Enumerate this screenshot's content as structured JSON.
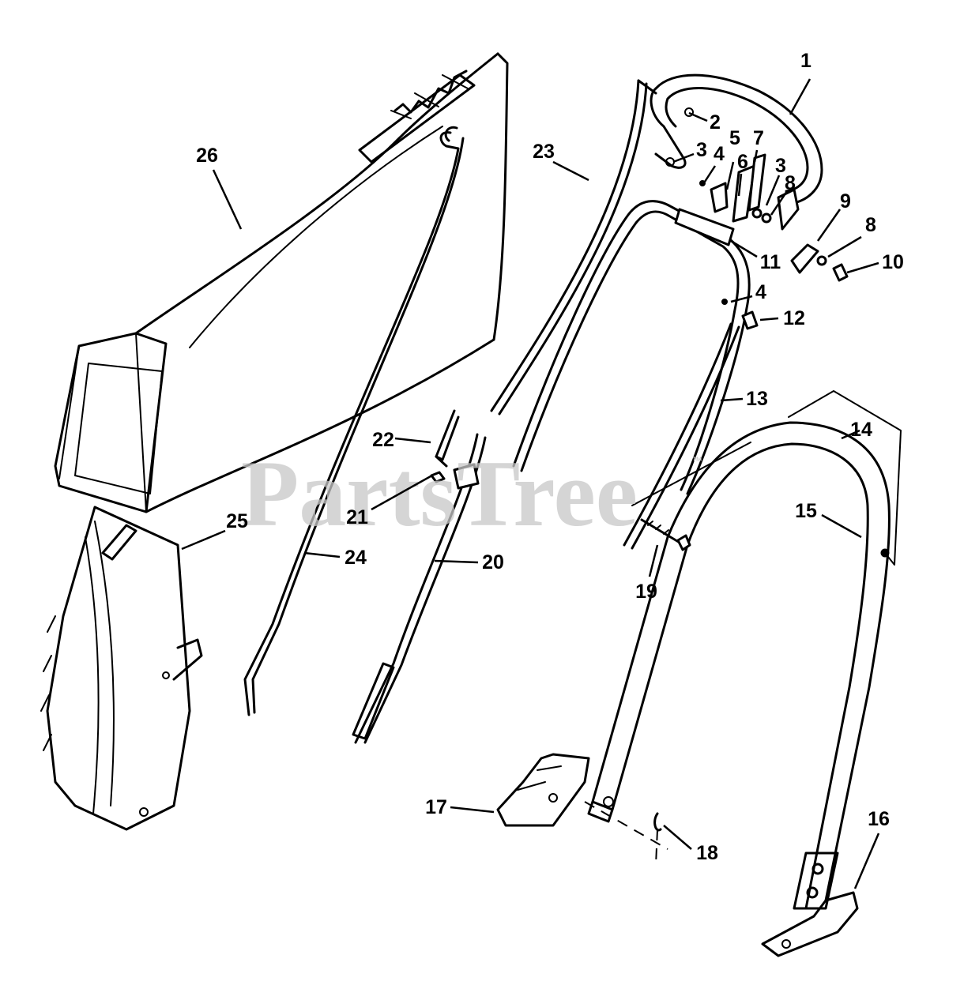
{
  "watermark": {
    "text": "PartsTree",
    "trademark": "™"
  },
  "callouts": [
    {
      "id": "c1",
      "label": "1"
    },
    {
      "id": "c2",
      "label": "2"
    },
    {
      "id": "c3a",
      "label": "3"
    },
    {
      "id": "c4a",
      "label": "4"
    },
    {
      "id": "c5",
      "label": "5"
    },
    {
      "id": "c6",
      "label": "6"
    },
    {
      "id": "c7",
      "label": "7"
    },
    {
      "id": "c3b",
      "label": "3"
    },
    {
      "id": "c8a",
      "label": "8"
    },
    {
      "id": "c9",
      "label": "9"
    },
    {
      "id": "c8b",
      "label": "8"
    },
    {
      "id": "c10",
      "label": "10"
    },
    {
      "id": "c11",
      "label": "11"
    },
    {
      "id": "c4b",
      "label": "4"
    },
    {
      "id": "c12",
      "label": "12"
    },
    {
      "id": "c13",
      "label": "13"
    },
    {
      "id": "c14",
      "label": "14"
    },
    {
      "id": "c15",
      "label": "15"
    },
    {
      "id": "c16",
      "label": "16"
    },
    {
      "id": "c17",
      "label": "17"
    },
    {
      "id": "c18",
      "label": "18"
    },
    {
      "id": "c19",
      "label": "19"
    },
    {
      "id": "c20",
      "label": "20"
    },
    {
      "id": "c21",
      "label": "21"
    },
    {
      "id": "c22",
      "label": "22"
    },
    {
      "id": "c23",
      "label": "23"
    },
    {
      "id": "c24",
      "label": "24"
    },
    {
      "id": "c25",
      "label": "25"
    },
    {
      "id": "c26",
      "label": "26"
    }
  ]
}
